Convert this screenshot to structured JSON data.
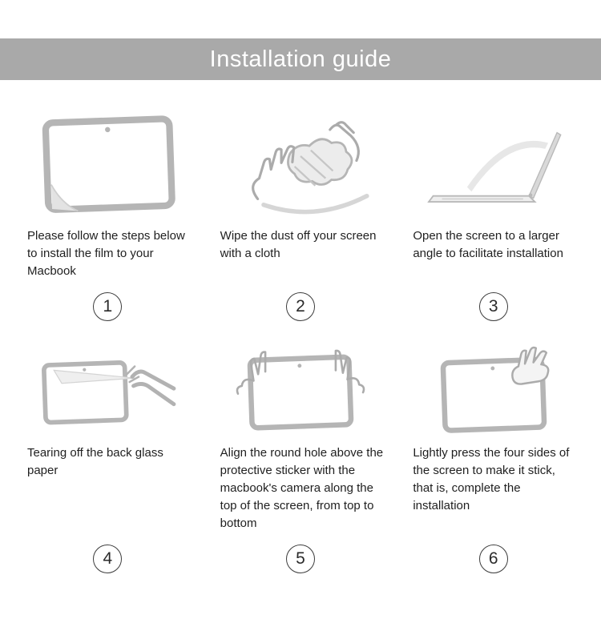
{
  "header": {
    "title": "Installation guide"
  },
  "colors": {
    "header_bg": "#a9a9a9",
    "line_gray": "#b5b5b5",
    "text_color": "#1f1f1f"
  },
  "steps": [
    {
      "number": "1",
      "text": "Please follow the steps below to install the film to your Macbook",
      "illustration": "film-peel-illustration"
    },
    {
      "number": "2",
      "text": "Wipe the dust off your screen with a cloth",
      "illustration": "wipe-cloth-illustration"
    },
    {
      "number": "3",
      "text": "Open the screen to a larger angle to facilitate installation",
      "illustration": "open-laptop-illustration"
    },
    {
      "number": "4",
      "text": "Tearing off the back glass paper",
      "illustration": "tear-backing-illustration"
    },
    {
      "number": "5",
      "text": "Align the round hole above the protective sticker with the macbook's camera along the top of the screen, from top to bottom",
      "illustration": "align-screen-illustration"
    },
    {
      "number": "6",
      "text": "Lightly press the four sides of the screen to make it stick, that is, complete the installation",
      "illustration": "press-edges-illustration"
    }
  ]
}
